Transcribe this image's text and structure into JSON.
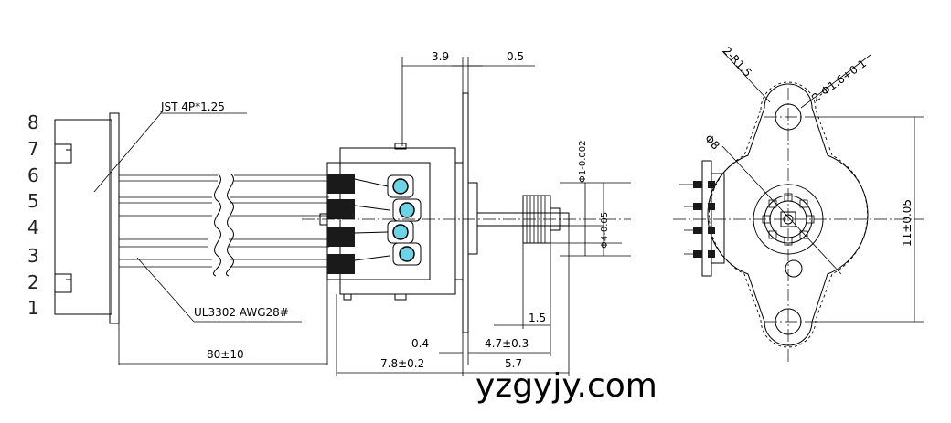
{
  "pins": [
    "8",
    "7",
    "6",
    "5",
    "4",
    "3",
    "2",
    "1"
  ],
  "labels": {
    "connector": "JST 4P*1.25",
    "cable": "UL3302 AWG28#",
    "radius": "2-R1.5",
    "holes": "2-Φ1.6+0.1",
    "pcd": "Φ8"
  },
  "dimensions": {
    "d_3_9": "3.9",
    "d_0_5": "0.5",
    "d_0_4": "0.4",
    "d_4_7": "4.7±0.3",
    "d_7_8": "7.8±0.2",
    "d_5_7": "5.7",
    "d_1_5": "1.5",
    "d_80": "80±10",
    "d_11": "11±0.05",
    "d_shaft": "Φ1-0.002",
    "d_gear": "Φ4-0.05"
  },
  "watermark": "yzgyjy.com"
}
